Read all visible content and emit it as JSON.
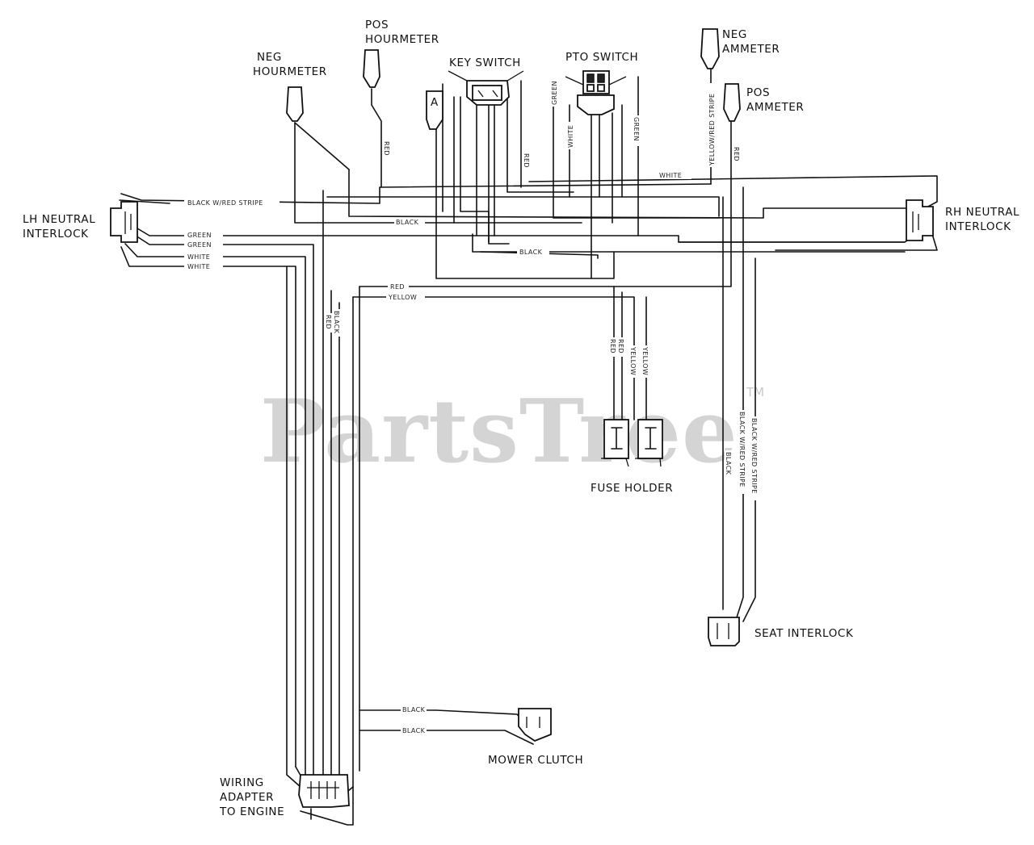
{
  "watermark": {
    "text": "PartsTree",
    "mark": "TM"
  },
  "components": {
    "neg_hourmeter": [
      "NEG",
      "HOURMETER"
    ],
    "pos_hourmeter": [
      "POS",
      "HOURMETER"
    ],
    "key_switch": "KEY SWITCH",
    "pto_switch": "PTO SWITCH",
    "neg_ammeter": [
      "NEG",
      "AMMETER"
    ],
    "pos_ammeter": [
      "POS",
      "AMMETER"
    ],
    "terminal_a": "A",
    "lh_neutral_interlock": [
      "LH NEUTRAL",
      "INTERLOCK"
    ],
    "rh_neutral_interlock": [
      "RH NEUTRAL",
      "INTERLOCK"
    ],
    "fuse_holder": "FUSE HOLDER",
    "seat_interlock": "SEAT INTERLOCK",
    "mower_clutch": "MOWER CLUTCH",
    "wiring_adapter": [
      "WIRING",
      "ADAPTER",
      "TO ENGINE"
    ]
  },
  "wire_labels": {
    "black_white_stripe": "BLACK W/RED STRIPE",
    "black_1": "BLACK",
    "black_2": "BLACK",
    "green_1": "GREEN",
    "green_2": "GREEN",
    "white_1": "WHITE",
    "white_2": "WHITE",
    "white_top": "WHITE",
    "red_h": "RED",
    "yellow_h": "YELLOW",
    "red_pos_hm": "RED",
    "red_key": "RED",
    "green_pto_1": "GREEN",
    "white_pto": "WHITE",
    "green_pto_2": "GREEN",
    "yellow_red_stripe": "YELLOW/RED STRIPE",
    "red_ammeter": "RED",
    "red_v1": "RED",
    "black_v1": "BLACK",
    "red_fuse_1": "RED",
    "red_fuse_2": "RED",
    "yellow_fuse_1": "YELLOW",
    "yellow_fuse_2": "YELLOW",
    "black_seat": "BLACK",
    "black_w_red_seat_1": "BLACK W/RED STRIPE",
    "black_w_red_seat_2": "BLACK W/RED STRIPE",
    "mower_1": "BLACK",
    "mower_2": "BLACK"
  }
}
